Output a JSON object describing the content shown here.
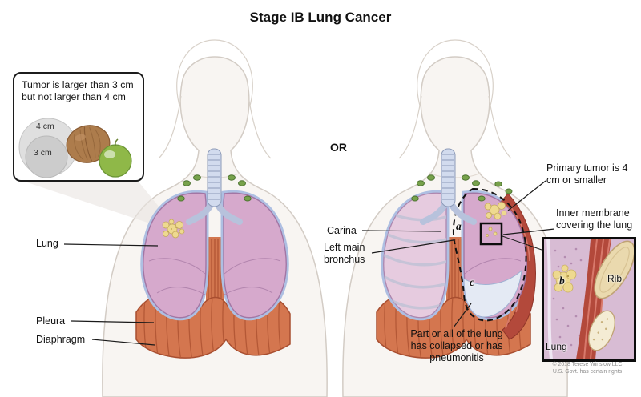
{
  "title": "Stage IB Lung Cancer",
  "or_label": "OR",
  "tumor_size_inset": {
    "text": "Tumor is larger than 3 cm but not larger than 4 cm",
    "large_circle_label": "4 cm",
    "small_circle_label": "3 cm"
  },
  "left_figure_labels": {
    "lung": "Lung",
    "pleura": "Pleura",
    "diaphragm": "Diaphragm"
  },
  "right_figure_labels": {
    "carina": "Carina",
    "left_main_bronchus": "Left main bronchus",
    "primary_tumor": "Primary tumor is 4 cm or smaller",
    "inner_membrane": "Inner membrane covering the lung",
    "collapsed_lung": "Part or all of the lung has collapsed or has pneumonitis"
  },
  "markers": {
    "a": "a",
    "b": "b",
    "c": "c"
  },
  "rib_inset": {
    "rib": "Rib",
    "lung": "Lung"
  },
  "credit": {
    "line1": "© 2018 Terese Winslow LLC",
    "line2": "U.S. Govt. has certain rights"
  },
  "colors": {
    "lung_fill": "#d6a9cc",
    "lung_stroke": "#a276a4",
    "pleura_outline": "#aebfe2",
    "diaphragm": "#d4764f",
    "tumor": "#eed98f",
    "lymph_node": "#77a24b",
    "muscle_red": "#b3493b",
    "rib_bone": "#ead9ae"
  }
}
